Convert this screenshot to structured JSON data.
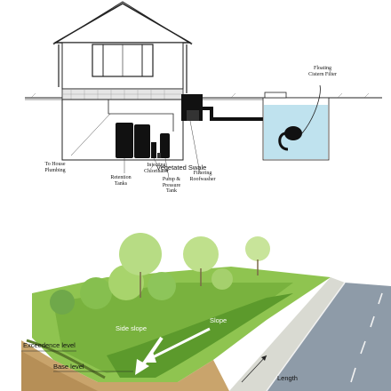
{
  "top_diagram": {
    "labels": {
      "floating_cistern_filter": "Floating\nCistern Filter",
      "to_house_plumbing": "To House\nPlumbing",
      "retention_tanks": "Retention\nTanks",
      "injecting_chlorinator": "Injecting\nChlorinator",
      "vegetated_swale": "Vegetated Swale",
      "pump_pressure_tank": "Pump &\nPressure\nTank",
      "filtering_roofwasher": "Filtering\nRoofwasher"
    }
  },
  "bottom_diagram": {
    "labels": {
      "side_slope": "Side slope",
      "slope": "Slope",
      "exceedence_level": "Exceedence level",
      "base_level": "Base level",
      "length": "Length"
    }
  }
}
